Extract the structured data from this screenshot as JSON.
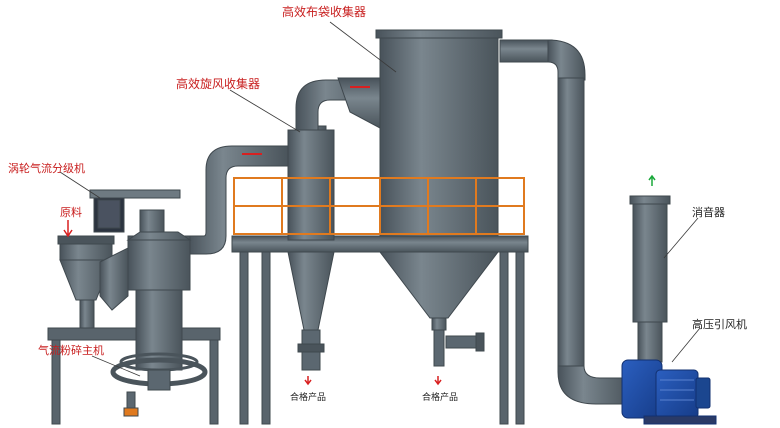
{
  "labels": {
    "baghouse": "高效布袋收集器",
    "cyclone": "高效旋风收集器",
    "classifier": "涡轮气流分级机",
    "raw_material": "原料",
    "main_mill": "气流粉碎主机",
    "product_left": "合格产品",
    "product_right": "合格产品",
    "silencer": "消音器",
    "fan": "高压引风机"
  },
  "colors": {
    "steel": "#5b6770",
    "steel_dark": "#3f484e",
    "steel_light": "#7d8991",
    "railing": "#e07a1f",
    "motor_blue": "#1f4fa8",
    "arrow_red": "#d82020",
    "arrow_green": "#1aa83a",
    "label_red": "#c81e1e"
  }
}
